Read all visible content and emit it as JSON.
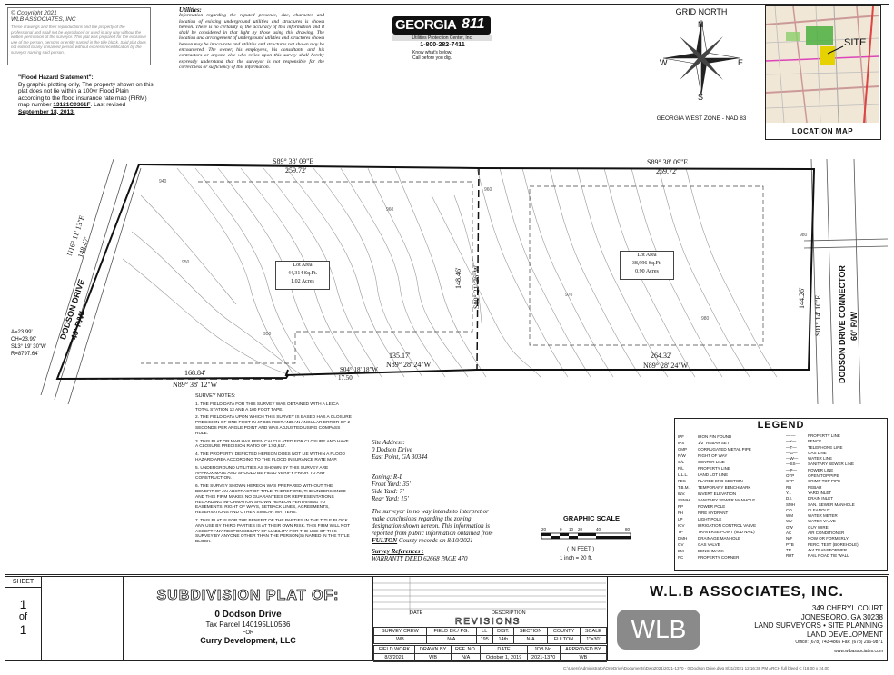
{
  "copyright": {
    "line1": "© Copyright 2021",
    "line2": "WLB ASSOCIATES, INC",
    "body": "These drawings and their reproductions and the property of the professional and shall not be reproduced or used in any way without the written permission of the surveyor. This plat was prepared for the exclusive use of the person, persons or entity named in the title block. Said plat does not extend to any unnamed person without express recertification by the surveyor naming said person."
  },
  "utilities": {
    "title": "Utilities:",
    "body": "Information regarding the reputed presence, size, character and location of existing underground utilities and structures is shown hereon. There is no certainty of the accuracy of this information and it shall be considered in that light by those using this drawing. The location and arrangement of underground utilities and structures shown hereon may be inaccurate and utilities and structures not shown may be encountered. The owner, his employees, his consultants and his contractors or anyone else who relies upon this survey shall hereby expressly understand that the surveyor is not responsible for the correctness or sufficiency of this information."
  },
  "flood": {
    "title": "\"Flood Hazard Statement\":",
    "body": "By graphic plotting only, The property shown on this plat does not lie within a 100yr Flood Plain according to the flood insurance rate map (FIRM) map number",
    "map_number": "13121C0361F",
    "revised_label": "Last revised",
    "revised_date": "September 18, 2013."
  },
  "ga811": {
    "name": "GEORGIA",
    "num": "811",
    "sub": "Utilities Protection Center, Inc.",
    "phone": "1-800-282-7411",
    "know": "Know what's below.",
    "call": "Call before you dig."
  },
  "compass": {
    "title": "GRID NORTH",
    "n": "N",
    "s": "S",
    "e": "E",
    "w": "W",
    "zone": "GEORGIA WEST ZONE - NAD 83"
  },
  "locmap": {
    "site": "SITE",
    "title": "LOCATION MAP"
  },
  "plat": {
    "top_bearing_left": "S89° 38' 09\"E",
    "top_dist_left": "259.72'",
    "top_bearing_right": "S89° 38' 09\"E",
    "top_dist_right": "259.72'",
    "left_bearing": "N16° 11' 13\"E",
    "left_dist": "148.47'",
    "mid_bearing": "S00° 21' 36\"W",
    "mid_dist": "148.46'",
    "right_bearing": "S01° 14' 10\"E",
    "right_dist": "144.26'",
    "bottom_left_bearing": "N89° 38' 12\"W",
    "bottom_left_dist": "168.84'",
    "jog_bearing": "S04° 18' 18\"W",
    "jog_dist": "17.50'",
    "bottom_mid_bearing": "N89° 28' 24\"W",
    "bottom_mid_dist": "135.17'",
    "bottom_right_bearing": "N89° 28' 24\"W",
    "bottom_right_dist": "264.32'",
    "lot1_title": "Lot Area",
    "lot1_sqft": "44,314 Sq.Ft.",
    "lot1_acres": "1.02 Acres",
    "lot2_title": "Lot Area",
    "lot2_sqft": "38,996 Sq.Ft.",
    "lot2_acres": "0.90 Acres",
    "road_left": "DODSON DRIVE",
    "road_left_rw": "40' R/W",
    "road_right": "DODSON DRIVE CONNECTOR",
    "road_right_rw": "60' R/W",
    "curve_a": "A=23.99'",
    "curve_ch": "CH=23.99'",
    "curve_bearing": "S13° 19' 30\"W",
    "curve_r": "R=8797.64'",
    "contour_labels": [
      "940",
      "950",
      "960",
      "950",
      "960",
      "970",
      "980",
      "980"
    ]
  },
  "survey_notes": {
    "title": "SURVEY NOTES:",
    "notes": [
      "1. THE FIELD DATA FOR THIS SURVEY WAS OBTAINED WITH A LEICA TOTAL STATION 12 AND A 100 FOOT TAPE.",
      "2. THE FIELD DATA UPON WHICH THIS SURVEY IS BASED HAS A CLOSURE PRECISION OF ONE FOOT IN 47,836 FEET AND AN ANGULAR ERROR OF 2 SECONDS PER ANGLE POINT AND WAS ADJUSTED USING COMPASS RULE.",
      "3. THIS PLAT OR MAP HAS BEEN CALCULATED FOR CLOSURE AND HAVE A CLOSURE PRECISION RATIO OF 1:93,617.",
      "4. THE PROPERTY DEPICTED HEREON DOES NOT LIE WITHIN A FLOOD HAZARD AREA ACCORDING TO THE FLOOD INSURANCE RATE MAP.",
      "5. UNDERGROUND UTILITIES AS SHOWN BY THIS SURVEY ARE APPROXIMATE AND SHOULD BE FIELD VERIFY PRIOR TO ANY CONSTRUCTION.",
      "6. THE SURVEY SHOWN HEREON WAS PREPARED WITHOUT THE BENEFIT OF AN ABSTRACT OF TITLE, THEREFORE, THE UNDERSIGNED AND THIS FIRM MAKES NO GUARANTEES OR REPRESENTATIONS REGARDING INFORMATION SHOWN HEREON PERTAINING TO EASEMENTS, RIGHT OF WAYS, SETBACK LINES, AGREEMENTS, RESERVATIONS AND OTHER SIMILAR MATTERS.",
      "7. THIS PLAT IS FOR THE BENEFIT OF THE PARTIES IN THE TITLE BLOCK. ANY USE BY THIRD PARTIES IS AT THEIR OWN RISK. THIS FIRM WILL NOT ACCEPT ANY RESPONSIBILITY OF LIABILITY FOR THE USE OF THIS SURVEY BY ANYONE OTHER THAN THE PERSON(S) NAMED IN THE TITLE BLOCK."
    ]
  },
  "site": {
    "label": "Site Address:",
    "line1": "0 Dodson Drive",
    "line2": "East Point, GA 30344",
    "zoning": "Zoning: R-L",
    "front": "Front Yard: 35'",
    "side": "Side Yard: 7'",
    "rear": "Rear Yard: 15'",
    "statement": "The surveyor in no way intends to interpret or make conclusions regarding the zoning designation shown hereon. This information is reported from public information obtained from",
    "county": "FULTON",
    "records": "County records on",
    "date": "8/10/2021",
    "ref_label": "Survey References :",
    "ref": "WARRANTY DEED 62668 PAGE 470"
  },
  "scale": {
    "title": "GRAPHIC SCALE",
    "ticks": [
      "20",
      "0",
      "10",
      "20",
      "40",
      "80"
    ],
    "unit": "( IN FEET )",
    "ratio": "1 inch = 20 ft."
  },
  "legend": {
    "title": "LEGEND",
    "left": [
      [
        "IPF",
        "IRON PIN FOUND"
      ],
      [
        "IPS",
        "1/2\" REBAR SET"
      ],
      [
        "CMP",
        "CORRUGATED METAL PIPE"
      ],
      [
        "R/W",
        "RIGHT OF WAY"
      ],
      [
        "C/L",
        "CENTER LINE"
      ],
      [
        "P/L",
        "PROPERTY LINE"
      ],
      [
        "L.L.L.",
        "LAND LOT LINE"
      ],
      [
        "FES",
        "FLARED END SECTION"
      ],
      [
        "T.B.M.",
        "TEMPORARY BENCHMARK"
      ],
      [
        "INV.",
        "INVERT ELEVATION"
      ],
      [
        "SSMH",
        "SANITARY SEWER MANHOLE"
      ],
      [
        "PP",
        "POWER POLE"
      ],
      [
        "FH",
        "FIRE HYDRANT"
      ],
      [
        "LP",
        "LIGHT POLE"
      ],
      [
        "ICV",
        "IRRIGATION CONTROL VALVE"
      ],
      [
        "TP",
        "TRAVERSE POINT (60D NAIL)"
      ],
      [
        "DMH",
        "DRAINAGE MANHOLE"
      ],
      [
        "GV",
        "GAS VALVE"
      ],
      [
        "BM",
        "BENCHMARK"
      ],
      [
        "PC",
        "PROPERTY CORNER"
      ]
    ],
    "right": [
      [
        "—·—",
        "PROPERTY LINE"
      ],
      [
        "—x—",
        "FENCE"
      ],
      [
        "—T—",
        "TELEPHONE LINE"
      ],
      [
        "—G—",
        "GAS LINE"
      ],
      [
        "—W—",
        "WATER LINE"
      ],
      [
        "—SS—",
        "SANITARY SEWER LINE"
      ],
      [
        "—P—",
        "POWER LINE"
      ],
      [
        "OTP",
        "OPEN TOP PIPE"
      ],
      [
        "CTP",
        "CRIMP TOP PIPE"
      ],
      [
        "RB",
        "REBAR"
      ],
      [
        "Y.I.",
        "YARD INLET"
      ],
      [
        "D.I.",
        "DRAIN INLET"
      ],
      [
        "SMH",
        "SAN. SEWER MANHOLE"
      ],
      [
        "CO",
        "CLEANOUT"
      ],
      [
        "WM",
        "WATER METER"
      ],
      [
        "WV",
        "WATER VALVE"
      ],
      [
        "GW",
        "GUY WIRE"
      ],
      [
        "AC",
        "AIR CONDITIONER"
      ],
      [
        "N/F",
        "NOW OR FORMERLY"
      ],
      [
        "PTB",
        "PERC. TEST (BOREHOLE)"
      ],
      [
        "TR",
        "4x4 TRANSFORMER"
      ],
      [
        "RRT",
        "RAIL ROAD TIE WALL"
      ]
    ]
  },
  "titleblock": {
    "sheet_label": "SHEET",
    "sheet_num": "1",
    "of": "of",
    "sheet_total": "1",
    "plat_title": "SUBDIVISION PLAT OF:",
    "plat_name": "0 Dodson Drive",
    "tax_parcel": "Tax Parcel 140195LL0536",
    "for": "FOR",
    "client": "Curry Development, LLC",
    "rev_date": "DATE",
    "rev_desc": "DESCRIPTION",
    "revisions": "REVISIONS",
    "h_crew": "SURVEY CREW",
    "h_fieldbk": "FIELD BK./ PG.",
    "h_ll": "LL",
    "h_dist": "DIST.",
    "h_section": "SECTION",
    "h_county": "COUNTY",
    "h_scale": "SCALE",
    "v_crew": "WB",
    "v_fieldbk": "N/A",
    "v_ll": "195",
    "v_dist": "14th",
    "v_section": "N/A",
    "v_county": "FULTON",
    "v_scale": "1\"=30'",
    "h_fieldwork": "FIELD WORK",
    "h_drawn": "DRAWN BY",
    "h_ref": "REF. NO.",
    "h_date": "DATE",
    "h_job": "JOB No.",
    "h_approved": "APPROVED BY",
    "v_fieldwork": "8/3/2021",
    "v_drawn": "WB",
    "v_ref": "N/A",
    "v_date": "October 1, 2019",
    "v_job": "2021-1370",
    "v_approved": "WB",
    "firm": "W.L.B ASSOCIATES, INC.",
    "logo": "WLB",
    "addr1": "349 CHERYL COURT",
    "addr2": "JONESBORO, GA 30238",
    "services1": "LAND SURVEYORS • SITE PLANNING",
    "services2": "LAND DEVELOPMENT",
    "phone": "Office: (678) 743-4865  Fax: (678) 296-9871",
    "web": "www.wlbassociates.com"
  },
  "footer": "C:\\Users\\Administrator\\OneDrive\\Documents\\Dwg2021\\2021-1370 - 0 Dodson Drive.dwg  8/31/2021 12:16:38 PM  ARCH full bleed C (18.00 x 24.00"
}
